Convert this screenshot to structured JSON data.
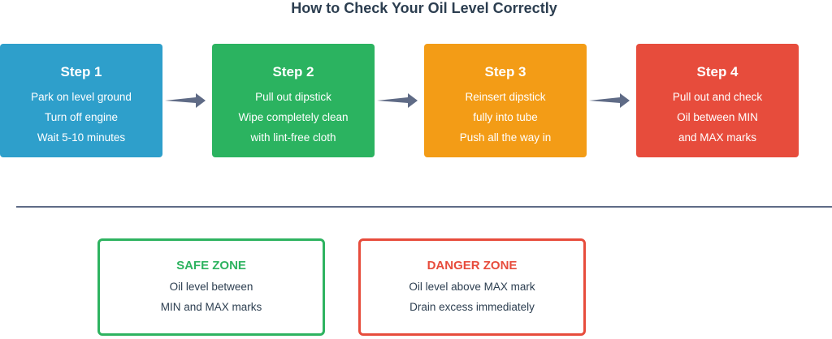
{
  "title": "How to Check Your Oil Level Correctly",
  "steps": [
    {
      "title": "Step 1",
      "lines": [
        "Park on level ground",
        "Turn off engine",
        "Wait 5-10 minutes"
      ],
      "color": "#2e9fcb"
    },
    {
      "title": "Step 2",
      "lines": [
        "Pull out dipstick",
        "Wipe completely clean",
        "with lint-free cloth"
      ],
      "color": "#2bb360"
    },
    {
      "title": "Step 3",
      "lines": [
        "Reinsert dipstick",
        "fully into tube",
        "Push all the way in"
      ],
      "color": "#f39c16"
    },
    {
      "title": "Step 4",
      "lines": [
        "Pull out and check",
        "Oil between MIN",
        "and MAX marks"
      ],
      "color": "#e74c3c"
    }
  ],
  "arrow_color": "#5f6b86",
  "divider_color": "#5f6b86",
  "zones": [
    {
      "title": "SAFE ZONE",
      "lines": [
        "Oil level between",
        "MIN and MAX marks"
      ],
      "color": "#2eb360"
    },
    {
      "title": "DANGER ZONE",
      "lines": [
        "Oil level above MAX mark",
        "Drain excess immediately"
      ],
      "color": "#e74c3c"
    }
  ]
}
